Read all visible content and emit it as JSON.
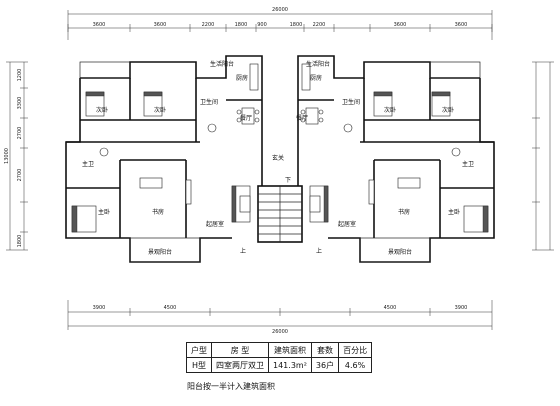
{
  "dimensions": {
    "total_top": "26000",
    "total_bottom": "26000",
    "top_segments": [
      "3600",
      "3600",
      "2200",
      "1800",
      "900",
      "1800",
      "2200",
      "3600",
      "3600"
    ],
    "bottom_segments": [
      "3900",
      "4500",
      "4500",
      "3900"
    ],
    "left_segments": [
      "1200",
      "3300",
      "2700",
      "13000",
      "2700",
      "1800"
    ]
  },
  "rooms": {
    "kitchen_l": "厨房",
    "kitchen_r": "厨房",
    "living_balcony_l": "生活阳台",
    "living_balcony_r": "生活阳台",
    "bed2_l": "次卧",
    "bed3_l": "次卧",
    "bed2_r": "次卧",
    "bed3_r": "次卧",
    "bath_l": "卫生间",
    "bath_r": "卫生间",
    "dining_l": "餐厅",
    "dining_r": "餐厅",
    "entrance": "玄关",
    "main_bath_l": "主卫",
    "main_bath_r": "主卫",
    "master_l": "主卧",
    "master_r": "主卧",
    "study_l": "书房",
    "study_r": "书房",
    "living_l": "起居室",
    "living_r": "起居室",
    "view_balcony_l": "景观阳台",
    "view_balcony_r": "景观阳台",
    "up_l": "上",
    "up_r": "上",
    "down": "下"
  },
  "table": {
    "headers": [
      "户型",
      "房 型",
      "建筑面积",
      "套数",
      "百分比"
    ],
    "row": [
      "H型",
      "四室两厅双卫",
      "141.3m²",
      "36户",
      "4.6%"
    ]
  },
  "note": "阳台按一半计入建筑面积"
}
